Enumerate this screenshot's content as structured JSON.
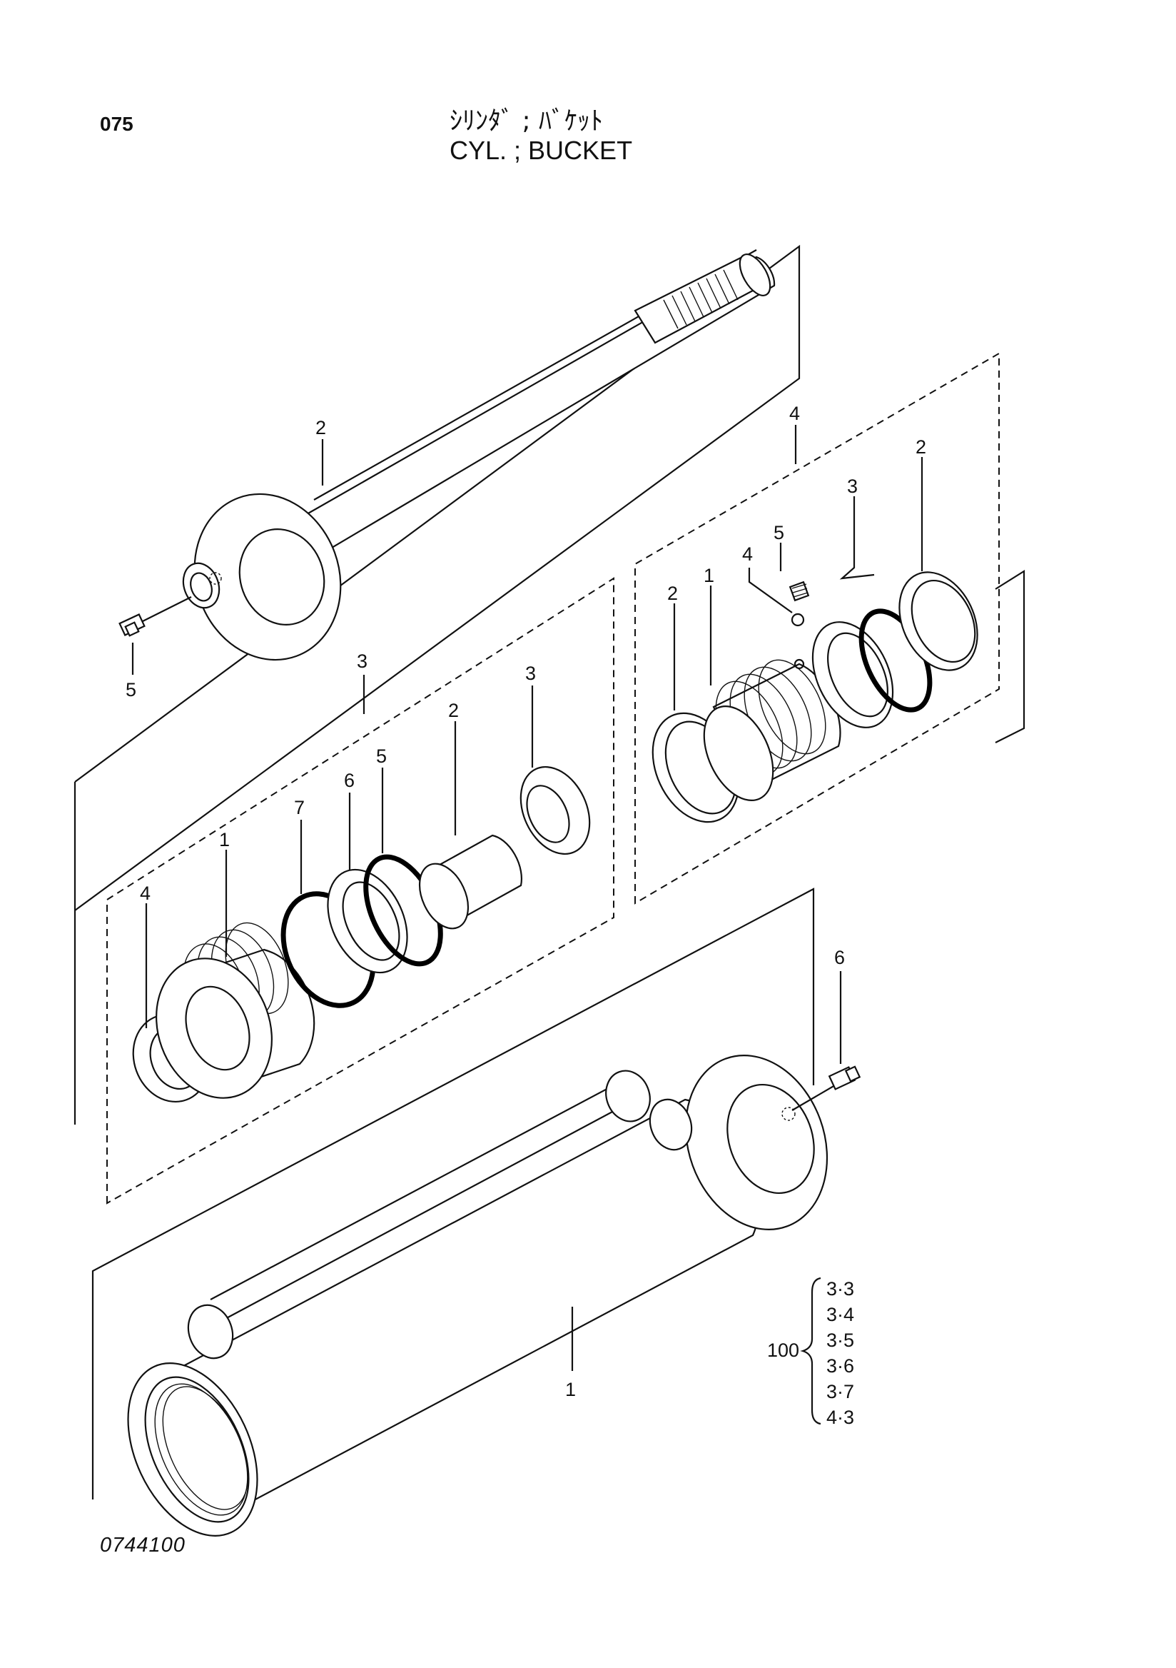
{
  "page_number": "075",
  "title_jp": "ｼﾘﾝﾀﾞ ; ﾊﾞｹｯﾄ",
  "title_en": "CYL. ; BUCKET",
  "drawing_number": "0744100",
  "callouts": {
    "rod": "2",
    "rod_grease_fitting": "5",
    "gland_group": "3",
    "gland_body": "1",
    "gland_wiper": "4",
    "gland_oring": "7",
    "gland_backup_ring": "6",
    "gland_seal_ring": "5",
    "gland_bushing": "2",
    "gland_dust_seal": "3",
    "piston_group": "4",
    "piston_wear_ring_left": "2",
    "piston_body": "1",
    "piston_steel_ball": "4",
    "piston_set_screw": "5",
    "piston_seal": "3",
    "piston_wear_ring_right": "2",
    "tube_grease_fitting": "6",
    "tube": "1"
  },
  "applicability": {
    "prefix": "100",
    "items": [
      "3·3",
      "3·4",
      "3·5",
      "3·6",
      "3·7",
      "4·3"
    ]
  }
}
